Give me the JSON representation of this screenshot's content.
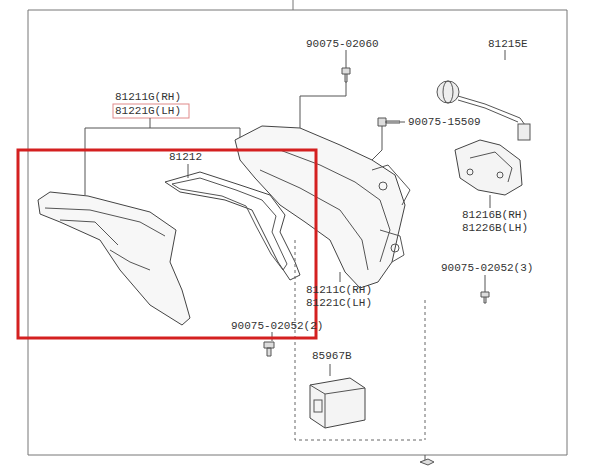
{
  "diagram": {
    "labels": [
      "90075-02060",
      "81215E",
      "81211G(RH)",
      "81221G(LH)",
      "90075-15509",
      "81212",
      "81216B(RH)",
      "81226B(LH)",
      "90075-02052(3)",
      "81211C(RH)",
      "81221C(LH)",
      "90075-02052(2)",
      "85967B"
    ]
  }
}
